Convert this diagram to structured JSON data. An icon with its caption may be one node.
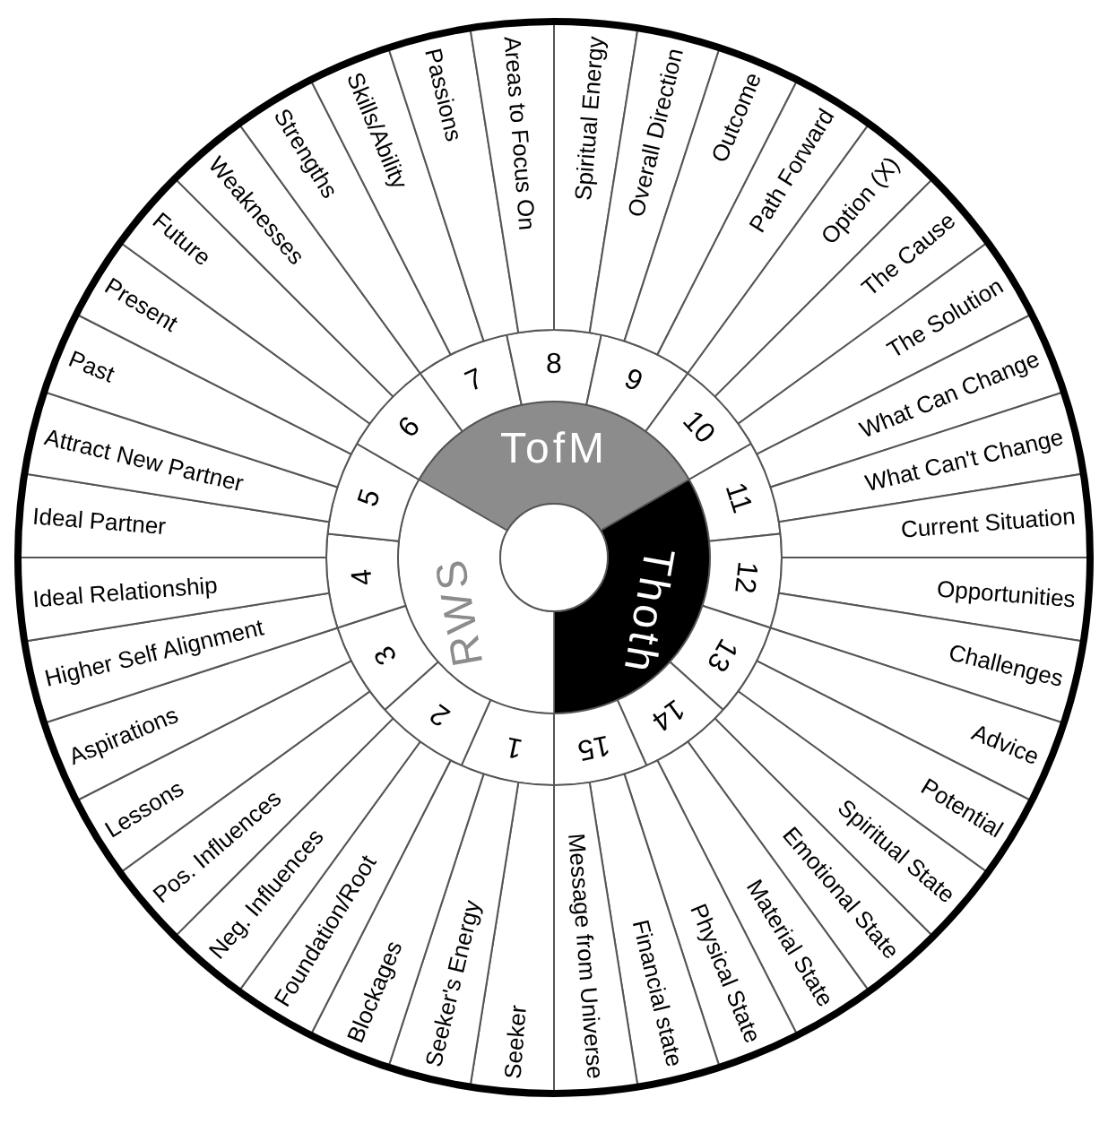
{
  "diagram": {
    "nodes": [
      {
        "text": [
          "TofM"
        ]
      },
      {
        "text": [
          "Thoth"
        ]
      },
      {
        "text": [
          "RWS"
        ]
      },
      {
        "text": [
          "1"
        ]
      },
      {
        "text": [
          "2"
        ]
      },
      {
        "text": [
          "3"
        ]
      },
      {
        "text": [
          "4"
        ]
      },
      {
        "text": [
          "5"
        ]
      },
      {
        "text": [
          "6"
        ]
      },
      {
        "text": [
          "7"
        ]
      },
      {
        "text": [
          "8"
        ]
      },
      {
        "text": [
          "9"
        ]
      },
      {
        "text": [
          "10"
        ]
      },
      {
        "text": [
          "11"
        ]
      },
      {
        "text": [
          "12"
        ]
      },
      {
        "text": [
          "13"
        ]
      },
      {
        "text": [
          "14"
        ]
      },
      {
        "text": [
          "15"
        ]
      },
      {
        "text": [
          "Spiritual Energy"
        ]
      },
      {
        "text": [
          "Overall Direction"
        ]
      },
      {
        "text": [
          "Outcome"
        ]
      },
      {
        "text": [
          "Path Forward"
        ]
      },
      {
        "text": [
          "Option (X)"
        ]
      },
      {
        "text": [
          "The Cause"
        ]
      },
      {
        "text": [
          "The Solution"
        ]
      },
      {
        "text": [
          "What Can Change"
        ]
      },
      {
        "text": [
          "What Can't Change"
        ]
      },
      {
        "text": [
          "Current Situation"
        ]
      },
      {
        "text": [
          "Opportunities"
        ]
      },
      {
        "text": [
          "Challenges"
        ]
      },
      {
        "text": [
          "Advice"
        ]
      },
      {
        "text": [
          "Potential"
        ]
      },
      {
        "text": [
          "Spiritual State"
        ]
      },
      {
        "text": [
          "Emotional State"
        ]
      },
      {
        "text": [
          "Material State"
        ]
      },
      {
        "text": [
          "Physical State"
        ]
      },
      {
        "text": [
          "Financial state"
        ]
      },
      {
        "text": [
          "Message from Universe"
        ]
      },
      {
        "text": [
          "Seeker"
        ]
      },
      {
        "text": [
          "Seeker's Energy"
        ]
      },
      {
        "text": [
          "Blockages"
        ]
      },
      {
        "text": [
          "Foundation/Root"
        ]
      },
      {
        "text": [
          "Neg. Influences"
        ]
      },
      {
        "text": [
          "Pos. Influences"
        ]
      },
      {
        "text": [
          "Lessons"
        ]
      },
      {
        "text": [
          "Aspirations"
        ]
      },
      {
        "text": [
          "Higher Self Alignment"
        ]
      },
      {
        "text": [
          "Ideal Relationship"
        ]
      },
      {
        "text": [
          "Ideal Partner"
        ]
      },
      {
        "text": [
          "Attract New Partner"
        ]
      },
      {
        "text": [
          "Past"
        ]
      },
      {
        "text": [
          "Present"
        ]
      },
      {
        "text": [
          "Future"
        ]
      },
      {
        "text": [
          "Weaknesses"
        ]
      },
      {
        "text": [
          "Strengths"
        ]
      },
      {
        "text": [
          "Skills/Ability"
        ]
      },
      {
        "text": [
          "Passions"
        ]
      },
      {
        "text": [
          "Areas to Focus On"
        ]
      }
    ]
  }
}
